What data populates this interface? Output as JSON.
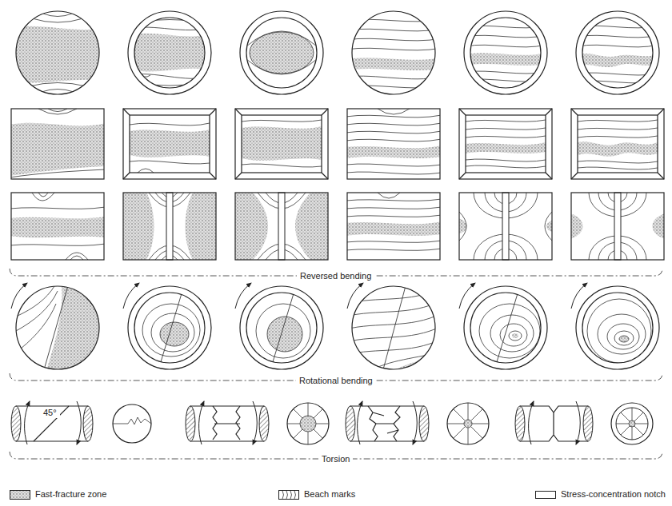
{
  "diagram": {
    "labels": [
      "Reversed bending",
      "Rotational bending",
      "Torsion",
      "45°"
    ],
    "legend": [
      {
        "text": "Fast-fracture zone"
      },
      {
        "text": "Beach marks"
      },
      {
        "text": "Stress-concentration notch"
      }
    ]
  }
}
